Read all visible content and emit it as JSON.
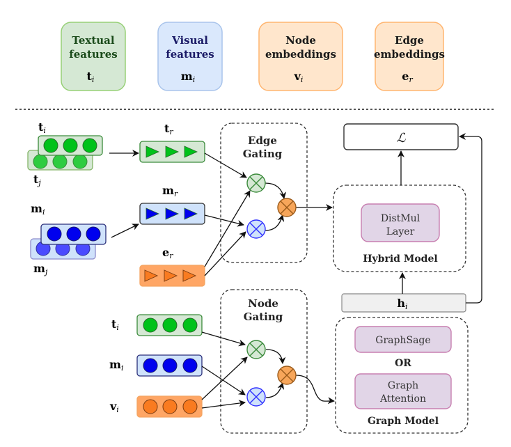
{
  "legend": {
    "textual": {
      "line1": "Textual",
      "line2": "features",
      "symbol": "t",
      "sub": "i",
      "fill": "#d5e8d4",
      "stroke": "#82b366",
      "text_color": "#1a4a1a"
    },
    "visual": {
      "line1": "Visual",
      "line2": "features",
      "symbol": "m",
      "sub": "i",
      "fill": "#dae8fc",
      "stroke": "#6c8ebf",
      "text_color": "#1a1a66"
    },
    "node": {
      "line1": "Node",
      "line2": "embeddings",
      "symbol": "v",
      "sub": "i",
      "fill": "#ffe6cc",
      "stroke": "#f4a460",
      "text_color": "#1a1a1a"
    },
    "edge": {
      "line1": "Edge",
      "line2": "embeddings",
      "symbol": "e",
      "sub": "r",
      "fill": "#ffe6cc",
      "stroke": "#f4a460",
      "text_color": "#1a1a1a"
    }
  },
  "labels": {
    "ti_top": {
      "symbol": "t",
      "sub": "i"
    },
    "tj": {
      "symbol": "t",
      "sub": "j"
    },
    "tr": {
      "symbol": "t",
      "sub": "r"
    },
    "mi_top": {
      "symbol": "m",
      "sub": "i"
    },
    "mj": {
      "symbol": "m",
      "sub": "j"
    },
    "mr": {
      "symbol": "m",
      "sub": "r"
    },
    "er": {
      "symbol": "e",
      "sub": "r"
    },
    "ti_bottom": {
      "symbol": "t",
      "sub": "i"
    },
    "mi_bottom": {
      "symbol": "m",
      "sub": "i"
    },
    "vi_bottom": {
      "symbol": "v",
      "sub": "i"
    },
    "hi": {
      "symbol": "h",
      "sub": "i"
    },
    "loss": "ℒ"
  },
  "edge_gating": {
    "line1": "Edge",
    "line2": "Gating"
  },
  "node_gating": {
    "line1": "Node",
    "line2": "Gating"
  },
  "hybrid_model": {
    "title": "Hybrid Model",
    "layer_line1": "DistMul",
    "layer_line2": "Layer"
  },
  "graph_model": {
    "title": "Graph Model",
    "option1": "GraphSage",
    "or_label": "OR",
    "option2_line1": "Graph",
    "option2_line2": "Attention"
  },
  "colors": {
    "green_fill": "#00c21a",
    "green_light": "#d5e8d4",
    "green_stroke": "#3a8a3a",
    "blue_fill": "#0000ee",
    "blue_light": "#cfe2fb",
    "blue_stroke": "#2b2f7a",
    "blue_dot2": "#4a4aff",
    "orange_fill": "#f97b20",
    "orange_light": "#ffa665",
    "orange_stroke": "#b5651d",
    "purple_fill": "#e1d5e7",
    "purple_stroke": "#b5739d",
    "gray_fill": "#f0f0f0"
  }
}
